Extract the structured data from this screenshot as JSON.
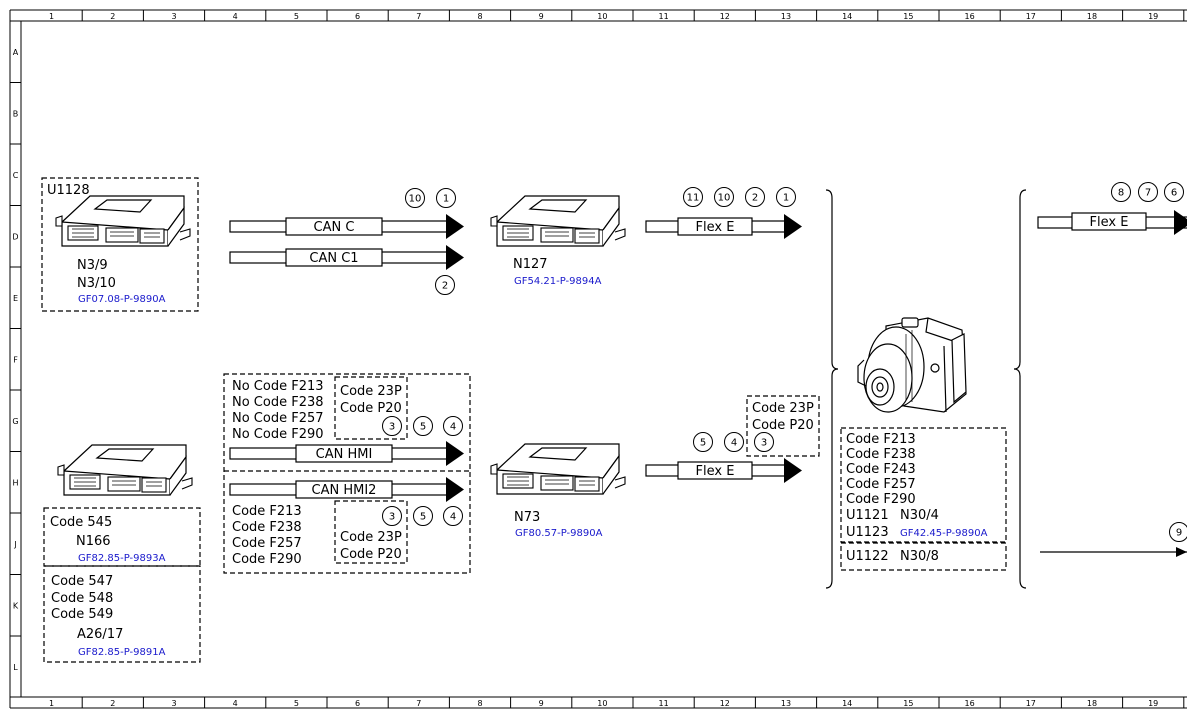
{
  "ruler": {
    "columns": [
      "1",
      "2",
      "3",
      "4",
      "5",
      "6",
      "7",
      "8",
      "9",
      "10",
      "11",
      "12",
      "13",
      "14",
      "15",
      "16",
      "17",
      "18",
      "19"
    ],
    "rows": [
      "A",
      "B",
      "C",
      "D",
      "E",
      "F",
      "G",
      "H",
      "J",
      "K",
      "L"
    ]
  },
  "colors": {
    "link": "#1a1acc",
    "line": "#000000",
    "background": "#ffffff"
  },
  "modules": {
    "u1128": {
      "code": "U1128",
      "name1": "N3/9",
      "name2": "N3/10",
      "ref": "GF07.08-P-9890A"
    },
    "n127": {
      "name": "N127",
      "ref": "GF54.21-P-9894A"
    },
    "n73": {
      "name": "N73",
      "ref": "GF80.57-P-9890A"
    },
    "n166": {
      "code": "Code 545",
      "name": "N166",
      "ref": "GF82.85-P-9893A"
    },
    "a26": {
      "codes": [
        "Code 547",
        "Code 548",
        "Code 549"
      ],
      "name": "A26/17",
      "ref": "GF82.85-P-9891A"
    },
    "abs": {
      "codes": [
        "Code F213",
        "Code F238",
        "Code F243",
        "Code F257",
        "Code F290"
      ],
      "u1121": "U1121",
      "n30_4": "N30/4",
      "u1123": "U1123",
      "ref": "GF42.45-P-9890A",
      "u1122": "U1122",
      "n30_8": "N30/8"
    }
  },
  "buses": {
    "can_c": "CAN C",
    "can_c1": "CAN C1",
    "can_hmi": "CAN HMI",
    "can_hmi2": "CAN HMI2",
    "flex_e": "Flex E"
  },
  "conditions": {
    "hmi_top": [
      "No Code F213",
      "No Code F238",
      "No Code F257",
      "No Code F290"
    ],
    "hmi_top_inner": [
      "Code 23P",
      "Code P20"
    ],
    "hmi_bottom": [
      "Code F213",
      "Code F238",
      "Code F257",
      "Code F290"
    ],
    "hmi_bottom_inner": [
      "Code 23P",
      "Code P20"
    ],
    "flex_inner": [
      "Code 23P",
      "Code P20"
    ]
  },
  "notes": {
    "can_c": [
      "10",
      "1"
    ],
    "can_c1": [
      "2"
    ],
    "flex_top": [
      "11",
      "10",
      "2",
      "1"
    ],
    "can_hmi": [
      "3",
      "5",
      "4"
    ],
    "can_hmi2": [
      "3",
      "5",
      "4"
    ],
    "flex_mid": [
      "5",
      "4",
      "3"
    ],
    "flex_right": [
      "8",
      "7",
      "6"
    ],
    "right_bottom": [
      "9"
    ]
  }
}
